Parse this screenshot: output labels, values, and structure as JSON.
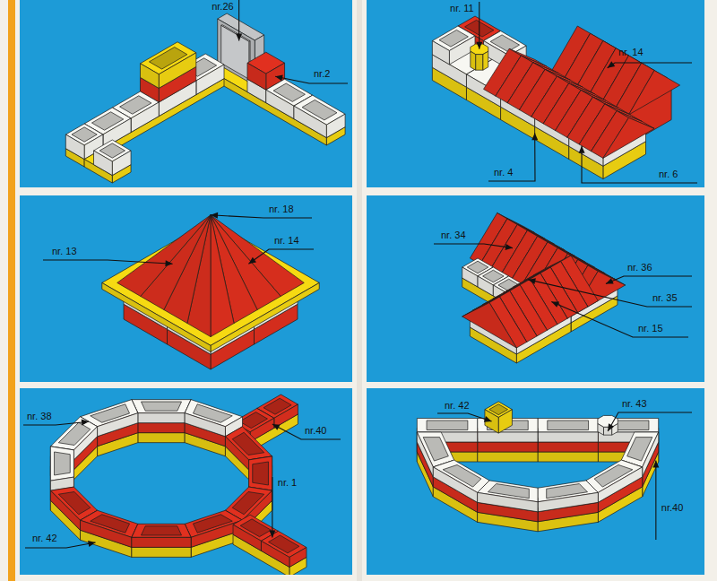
{
  "diagram": {
    "labels": [
      "nr.26",
      "nr.2",
      "nr. 11",
      "nr. 14",
      "nr. 4",
      "nr. 6",
      "nr. 18",
      "nr. 13",
      "nr. 14",
      "nr. 34",
      "nr. 36",
      "nr. 35",
      "nr. 15",
      "nr. 38",
      "nr.40",
      "nr. 1",
      "nr. 42",
      "nr. 42",
      "nr. 43",
      "nr.40"
    ]
  }
}
